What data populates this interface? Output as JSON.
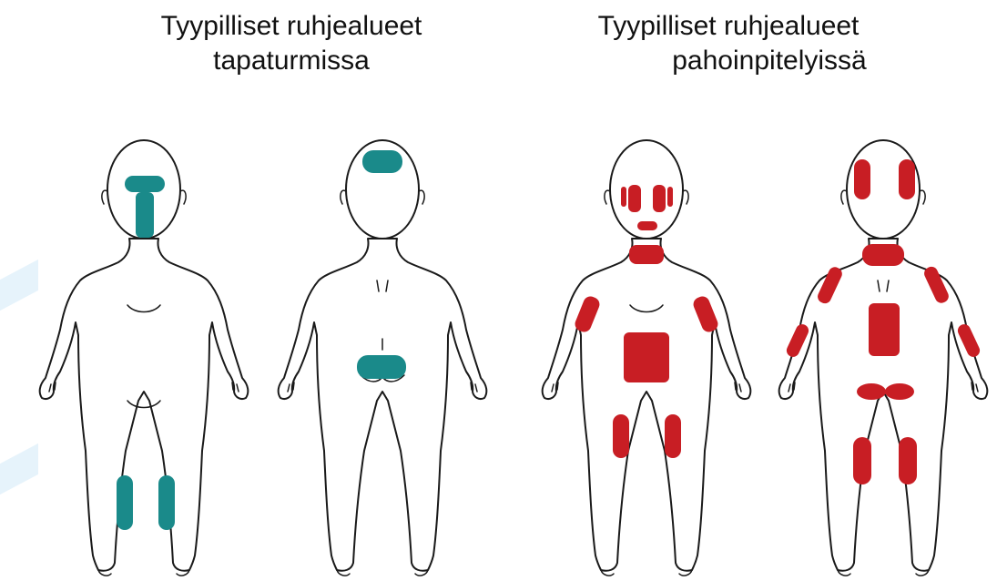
{
  "titles": {
    "left_line1": "Tyypilliset ruhjealueet",
    "left_line2": "tapaturmissa",
    "right_line1": "Tyypilliset ruhjealueet",
    "right_line2": "pahoinpitelyissä"
  },
  "colors": {
    "accident_marker": "#1a8a8a",
    "abuse_marker": "#c81e24",
    "outline": "#1a1a1a"
  }
}
